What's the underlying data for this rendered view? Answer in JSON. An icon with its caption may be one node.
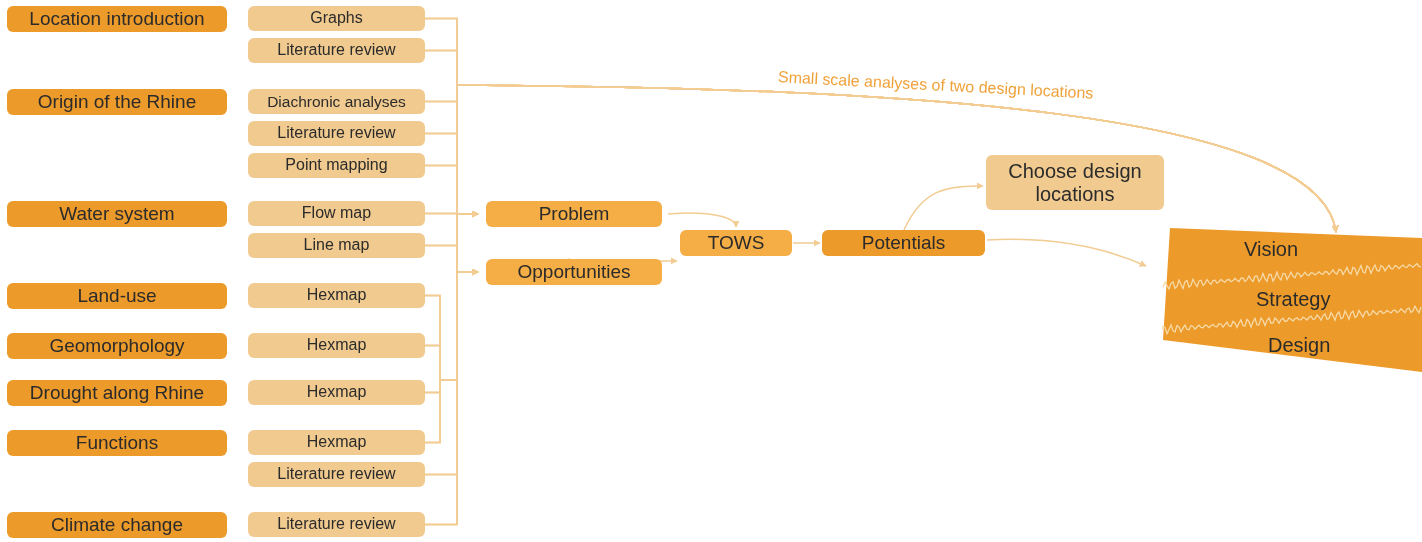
{
  "diagram": {
    "nodes": [
      {
        "text": [
          "Location introduction"
        ]
      },
      {
        "text": [
          "Graphs"
        ]
      },
      {
        "text": [
          "Literature review"
        ]
      },
      {
        "text": [
          "Origin of the Rhine"
        ]
      },
      {
        "text": [
          "Diachronic analyses"
        ]
      },
      {
        "text": [
          "Literature review"
        ]
      },
      {
        "text": [
          "Point mapping"
        ]
      },
      {
        "text": [
          "Water system"
        ]
      },
      {
        "text": [
          "Flow map"
        ]
      },
      {
        "text": [
          "Line map"
        ]
      },
      {
        "text": [
          "Land-use"
        ]
      },
      {
        "text": [
          "Hexmap"
        ]
      },
      {
        "text": [
          "Geomorphology"
        ]
      },
      {
        "text": [
          "Hexmap"
        ]
      },
      {
        "text": [
          "Drought along Rhine"
        ]
      },
      {
        "text": [
          "Hexmap"
        ]
      },
      {
        "text": [
          "Functions"
        ]
      },
      {
        "text": [
          "Hexmap"
        ]
      },
      {
        "text": [
          "Literature review"
        ]
      },
      {
        "text": [
          "Climate change"
        ]
      },
      {
        "text": [
          "Literature review"
        ]
      },
      {
        "text": [
          "Problem"
        ]
      },
      {
        "text": [
          "Opportunities"
        ]
      },
      {
        "text": [
          "TOWS"
        ]
      },
      {
        "text": [
          "Potentials"
        ]
      },
      {
        "text": [
          "Choose design locations"
        ]
      },
      {
        "text": [
          "Vision",
          "Strategy",
          "Design"
        ]
      }
    ],
    "edges": [
      {
        "from": 1,
        "to": 21,
        "arrow": "to"
      },
      {
        "from": 1,
        "to": 22,
        "arrow": "to"
      },
      {
        "from": 1,
        "to": 26,
        "arrow": "to",
        "label": "Small scale analyses of two design locations"
      },
      {
        "from": 2,
        "to": 21,
        "arrow": "to"
      },
      {
        "from": 2,
        "to": 22,
        "arrow": "to"
      },
      {
        "from": 2,
        "to": 26,
        "arrow": "to"
      },
      {
        "from": 4,
        "to": 21,
        "arrow": "to"
      },
      {
        "from": 4,
        "to": 22,
        "arrow": "to"
      },
      {
        "from": 4,
        "to": 26,
        "arrow": "to"
      },
      {
        "from": 5,
        "to": 21,
        "arrow": "to"
      },
      {
        "from": 5,
        "to": 22,
        "arrow": "to"
      },
      {
        "from": 5,
        "to": 26,
        "arrow": "to"
      },
      {
        "from": 6,
        "to": 21,
        "arrow": "to"
      },
      {
        "from": 6,
        "to": 22,
        "arrow": "to"
      },
      {
        "from": 6,
        "to": 26,
        "arrow": "to"
      },
      {
        "from": 8,
        "to": 21,
        "arrow": "to"
      },
      {
        "from": 8,
        "to": 22,
        "arrow": "to"
      },
      {
        "from": 8,
        "to": 26,
        "arrow": "to"
      },
      {
        "from": 9,
        "to": 21,
        "arrow": "to"
      },
      {
        "from": 9,
        "to": 22,
        "arrow": "to"
      },
      {
        "from": 9,
        "to": 26,
        "arrow": "to"
      },
      {
        "from": 11,
        "to": 21,
        "arrow": "to"
      },
      {
        "from": 11,
        "to": 22,
        "arrow": "to"
      },
      {
        "from": 11,
        "to": 26,
        "arrow": "to"
      },
      {
        "from": 13,
        "to": 21,
        "arrow": "to"
      },
      {
        "from": 13,
        "to": 22,
        "arrow": "to"
      },
      {
        "from": 13,
        "to": 26,
        "arrow": "to"
      },
      {
        "from": 15,
        "to": 21,
        "arrow": "to"
      },
      {
        "from": 15,
        "to": 22,
        "arrow": "to"
      },
      {
        "from": 15,
        "to": 26,
        "arrow": "to"
      },
      {
        "from": 17,
        "to": 21,
        "arrow": "to"
      },
      {
        "from": 17,
        "to": 22,
        "arrow": "to"
      },
      {
        "from": 17,
        "to": 26,
        "arrow": "to"
      },
      {
        "from": 18,
        "to": 21,
        "arrow": "to"
      },
      {
        "from": 18,
        "to": 22,
        "arrow": "to"
      },
      {
        "from": 18,
        "to": 26,
        "arrow": "to"
      },
      {
        "from": 20,
        "to": 21,
        "arrow": "to"
      },
      {
        "from": 20,
        "to": 22,
        "arrow": "to"
      },
      {
        "from": 20,
        "to": 26,
        "arrow": "to"
      },
      {
        "from": 21,
        "to": 23,
        "arrow": "to"
      },
      {
        "from": 22,
        "to": 23,
        "arrow": "to"
      },
      {
        "from": 23,
        "to": 24,
        "arrow": "to"
      },
      {
        "from": 24,
        "to": 25,
        "arrow": "to"
      },
      {
        "from": 24,
        "to": 26,
        "arrow": "to"
      }
    ]
  }
}
